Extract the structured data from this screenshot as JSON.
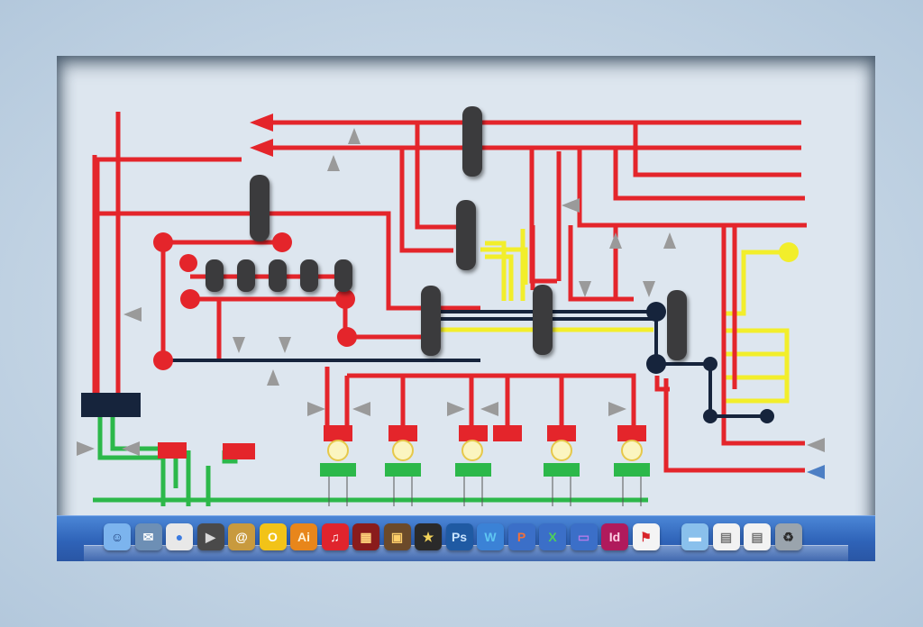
{
  "colors": {
    "red": "#e4252b",
    "dark": "#3a3a3c",
    "navy": "#16243c",
    "yellow": "#f2ee2b",
    "green": "#2cb84a",
    "gray_arrow": "#9a9a9a",
    "blue_arrow": "#4d7fc4",
    "bulb": "#fbf5c0",
    "dock": "#2f63b8"
  },
  "dock": {
    "items": [
      {
        "name": "finder-icon",
        "glyph": "☺",
        "bg": "#7cb4ee",
        "fg": "#1d3e7a"
      },
      {
        "name": "mail-stamp-icon",
        "glyph": "✉",
        "bg": "#6d8fb5",
        "fg": "#ffffff"
      },
      {
        "name": "chrome-icon",
        "glyph": "●",
        "bg": "#e8e8e8",
        "fg": "#3b7be0"
      },
      {
        "name": "facetime-camera-icon",
        "glyph": "▶",
        "bg": "#4a4a4a",
        "fg": "#d9d9d9"
      },
      {
        "name": "address-book-icon",
        "glyph": "@",
        "bg": "#c89a3e",
        "fg": "#ffffff"
      },
      {
        "name": "opera-icon",
        "glyph": "O",
        "bg": "#f2c318",
        "fg": "#ffffff"
      },
      {
        "name": "illustrator-icon",
        "glyph": "Ai",
        "bg": "#e8861b",
        "fg": "#fff3d6"
      },
      {
        "name": "itunes-icon",
        "glyph": "♫",
        "bg": "#e0242d",
        "fg": "#ffffff"
      },
      {
        "name": "photo-booth-icon",
        "glyph": "▦",
        "bg": "#8a1c1c",
        "fg": "#ffd27a"
      },
      {
        "name": "iphoto-icon",
        "glyph": "▣",
        "bg": "#6b4a2a",
        "fg": "#ffcf6a"
      },
      {
        "name": "imovie-star-icon",
        "glyph": "★",
        "bg": "#2a2a2a",
        "fg": "#f3d35a"
      },
      {
        "name": "photoshop-icon",
        "glyph": "Ps",
        "bg": "#1f5aa3",
        "fg": "#c9e4ff"
      },
      {
        "name": "word-icon",
        "glyph": "W",
        "bg": "#3b82d6",
        "fg": "#5fc6f2"
      },
      {
        "name": "powerpoint-icon",
        "glyph": "P",
        "bg": "#3b6fc8",
        "fg": "#f2703a"
      },
      {
        "name": "excel-icon",
        "glyph": "X",
        "bg": "#3b6fc8",
        "fg": "#4ed05a"
      },
      {
        "name": "laptop-icon",
        "glyph": "▭",
        "bg": "#3b6fc8",
        "fg": "#b27be8"
      },
      {
        "name": "indesign-icon",
        "glyph": "Id",
        "bg": "#b01a5c",
        "fg": "#ffd0e4"
      },
      {
        "name": "acrobat-icon",
        "glyph": "⚑",
        "bg": "#f4f4f4",
        "fg": "#d8242a"
      },
      {
        "name": "folder-icon",
        "glyph": "▬",
        "bg": "#8ac0ec",
        "fg": "#ffffff"
      },
      {
        "name": "chrome-window-icon",
        "glyph": "▤",
        "bg": "#f2f2f2",
        "fg": "#777777"
      },
      {
        "name": "chrome-window-2-icon",
        "glyph": "▤",
        "bg": "#f2f2f2",
        "fg": "#777777"
      },
      {
        "name": "trash-icon",
        "glyph": "♻",
        "bg": "#9aa4ad",
        "fg": "#2c2c2c"
      }
    ]
  }
}
